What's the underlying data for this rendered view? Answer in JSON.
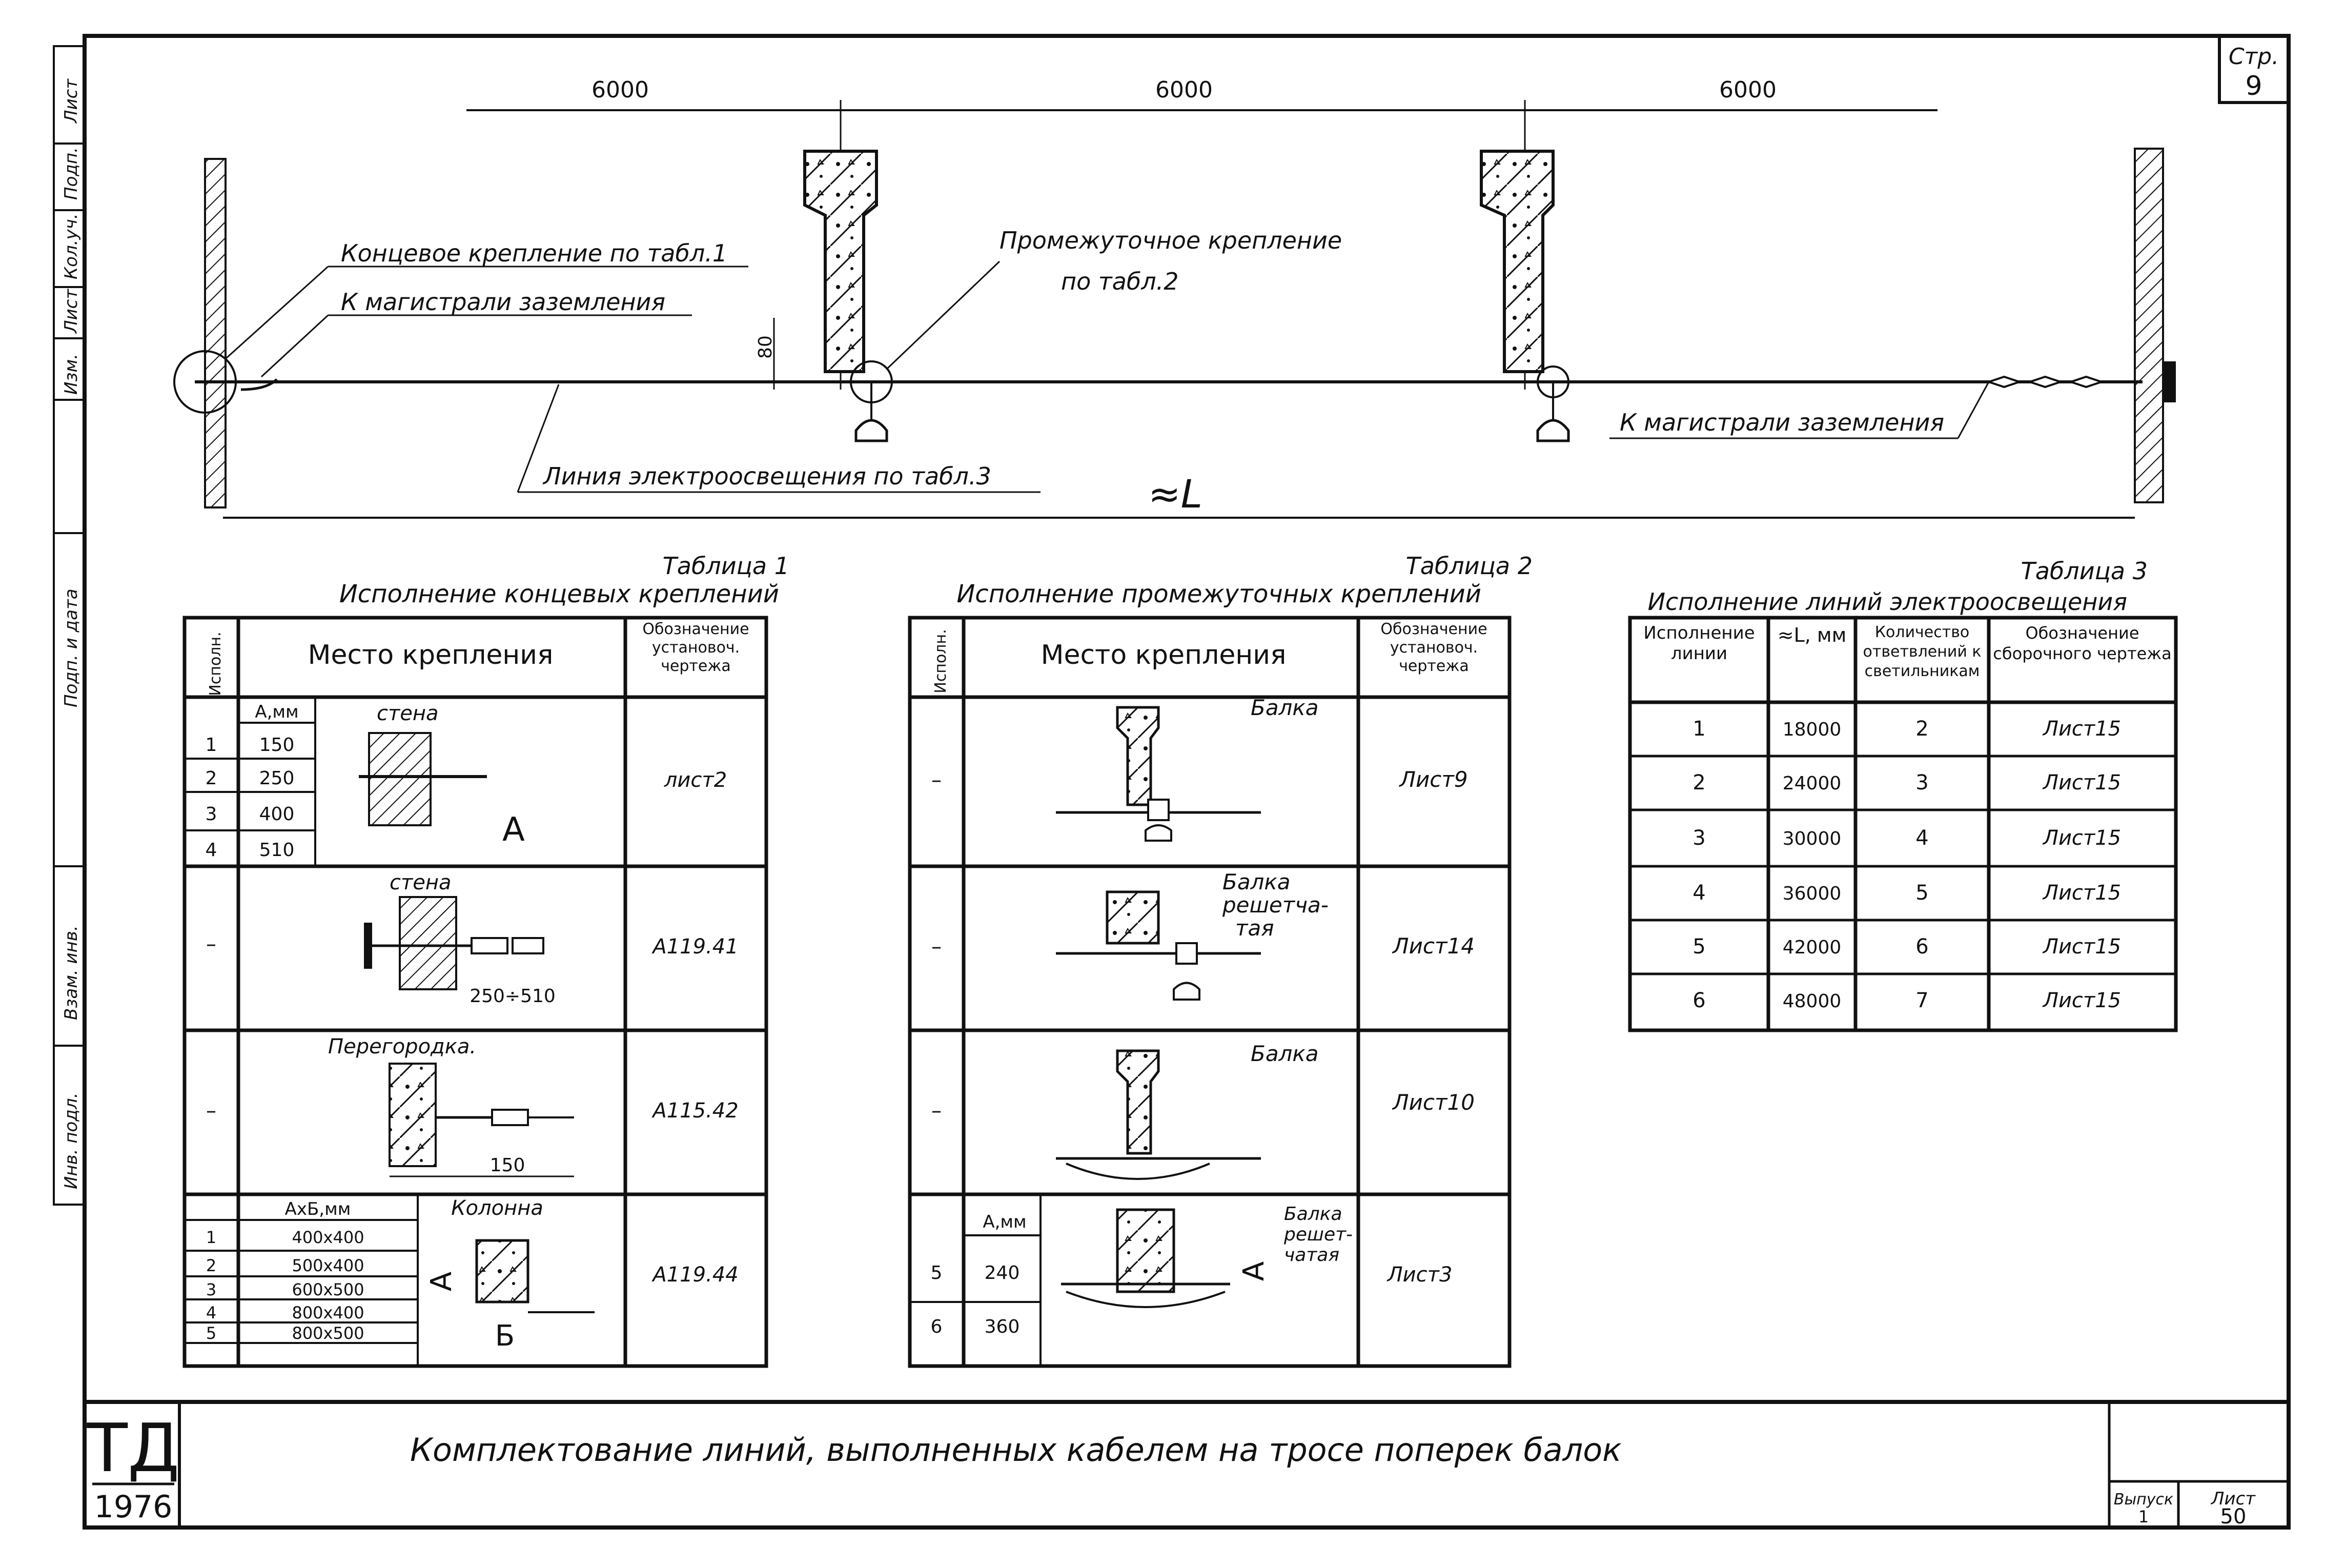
{
  "sheet": {
    "page_label": "Стр.",
    "page_number": "9",
    "stamp_left": "ТД",
    "stamp_year": "1976",
    "title": "Комплектование линий, выполненных кабелем на тросе поперек балок",
    "issue_label": "Выпуск",
    "issue_value": "1",
    "sheet_label": "Лист",
    "sheet_value": "50",
    "side_labels": [
      "Лист",
      "Подп.",
      "Кол.уч.",
      "Лист",
      "Изм.",
      "Подп. и дата",
      "Взам. инв.",
      "Инв. подл."
    ]
  },
  "drawing": {
    "span_1": "6000",
    "span_2": "6000",
    "span_3": "6000",
    "note_end_fastening": "Концевое крепление по табл.1",
    "note_ground_left": "К магистрали заземления",
    "note_mid_fastening_1": "Промежуточное крепление",
    "note_mid_fastening_2": "по табл.2",
    "dim_80": "80",
    "note_line": "Линия электроосвещения по табл.3",
    "note_ground_right": "К магистрали заземления",
    "total_length": "≈L"
  },
  "table1": {
    "caption": "Таблица 1",
    "title": "Исполнение концевых креплений",
    "col_exec": "Исполн.",
    "col_place": "Место крепления",
    "col_dwg": "Обозначение установоч. чертежа",
    "block1": {
      "a_header": "A,мм",
      "rows": [
        {
          "n": "1",
          "a": "150"
        },
        {
          "n": "2",
          "a": "250"
        },
        {
          "n": "3",
          "a": "400"
        },
        {
          "n": "4",
          "a": "510"
        }
      ],
      "label": "стена",
      "marker": "A",
      "dwg": "лист2"
    },
    "block2": {
      "exec": "–",
      "label": "стена",
      "dim": "250÷510",
      "dwg": "А119.41"
    },
    "block3": {
      "exec": "–",
      "label": "Перегородка.",
      "dim": "150",
      "dwg": "А115.42"
    },
    "block4": {
      "ab_header": "AxБ,мм",
      "rows": [
        {
          "n": "1",
          "ab": "400x400"
        },
        {
          "n": "2",
          "ab": "500x400"
        },
        {
          "n": "3",
          "ab": "600x500"
        },
        {
          "n": "4",
          "ab": "800x400"
        },
        {
          "n": "5",
          "ab": "800x500"
        }
      ],
      "label": "Колонна",
      "marker_a": "A",
      "marker_b": "Б",
      "dwg": "А119.44"
    }
  },
  "table2": {
    "caption": "Таблица 2",
    "title": "Исполнение промежуточных креплений",
    "col_exec": "Исполн.",
    "col_place": "Место крепления",
    "col_dwg": "Обозначение установоч. чертежа",
    "block1": {
      "exec": "–",
      "label": "Балка",
      "dwg": "Лист9"
    },
    "block2": {
      "exec": "–",
      "label_1": "Балка",
      "label_2": "решетча-",
      "label_3": "тая",
      "dwg": "Лист14"
    },
    "block3": {
      "exec": "–",
      "label": "Балка",
      "dwg": "Лист10"
    },
    "block4": {
      "a_header": "A,мм",
      "rows": [
        {
          "n": "5",
          "a": "240"
        },
        {
          "n": "6",
          "a": "360"
        }
      ],
      "label_1": "Балка",
      "label_2": "решет-",
      "label_3": "чатая",
      "marker": "A",
      "dwg": "Лист3"
    }
  },
  "table3": {
    "caption": "Таблица 3",
    "title": "Исполнение линий электроосвещения",
    "col_1": "Исполнение линии",
    "col_2": "≈L, мм",
    "col_3": "Количество ответвлений к светильникам",
    "col_4": "Обозначение сборочного чертежа",
    "rows": [
      {
        "n": "1",
        "l": "18000",
        "k": "2",
        "d": "Лист15"
      },
      {
        "n": "2",
        "l": "24000",
        "k": "3",
        "d": "Лист15"
      },
      {
        "n": "3",
        "l": "30000",
        "k": "4",
        "d": "Лист15"
      },
      {
        "n": "4",
        "l": "36000",
        "k": "5",
        "d": "Лист15"
      },
      {
        "n": "5",
        "l": "42000",
        "k": "6",
        "d": "Лист15"
      },
      {
        "n": "6",
        "l": "48000",
        "k": "7",
        "d": "Лист15"
      }
    ]
  }
}
